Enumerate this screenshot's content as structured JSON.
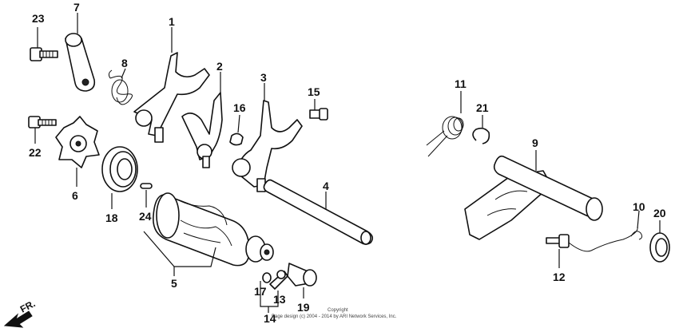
{
  "callouts": {
    "p1": "1",
    "p2": "2",
    "p3": "3",
    "p4": "4",
    "p5": "5",
    "p6": "6",
    "p7": "7",
    "p8": "8",
    "p9": "9",
    "p10": "10",
    "p11": "11",
    "p12": "12",
    "p13": "13",
    "p14": "14",
    "p15": "15",
    "p16": "16",
    "p17": "17",
    "p18": "18",
    "p19": "19",
    "p20": "20",
    "p21": "21",
    "p22": "22",
    "p23": "23",
    "p24": "24"
  },
  "direction_label": "FR.",
  "copyright": {
    "line1": "Copyright",
    "line2": "Page design (c) 2004 - 2014 by ARI Network Services, Inc."
  }
}
